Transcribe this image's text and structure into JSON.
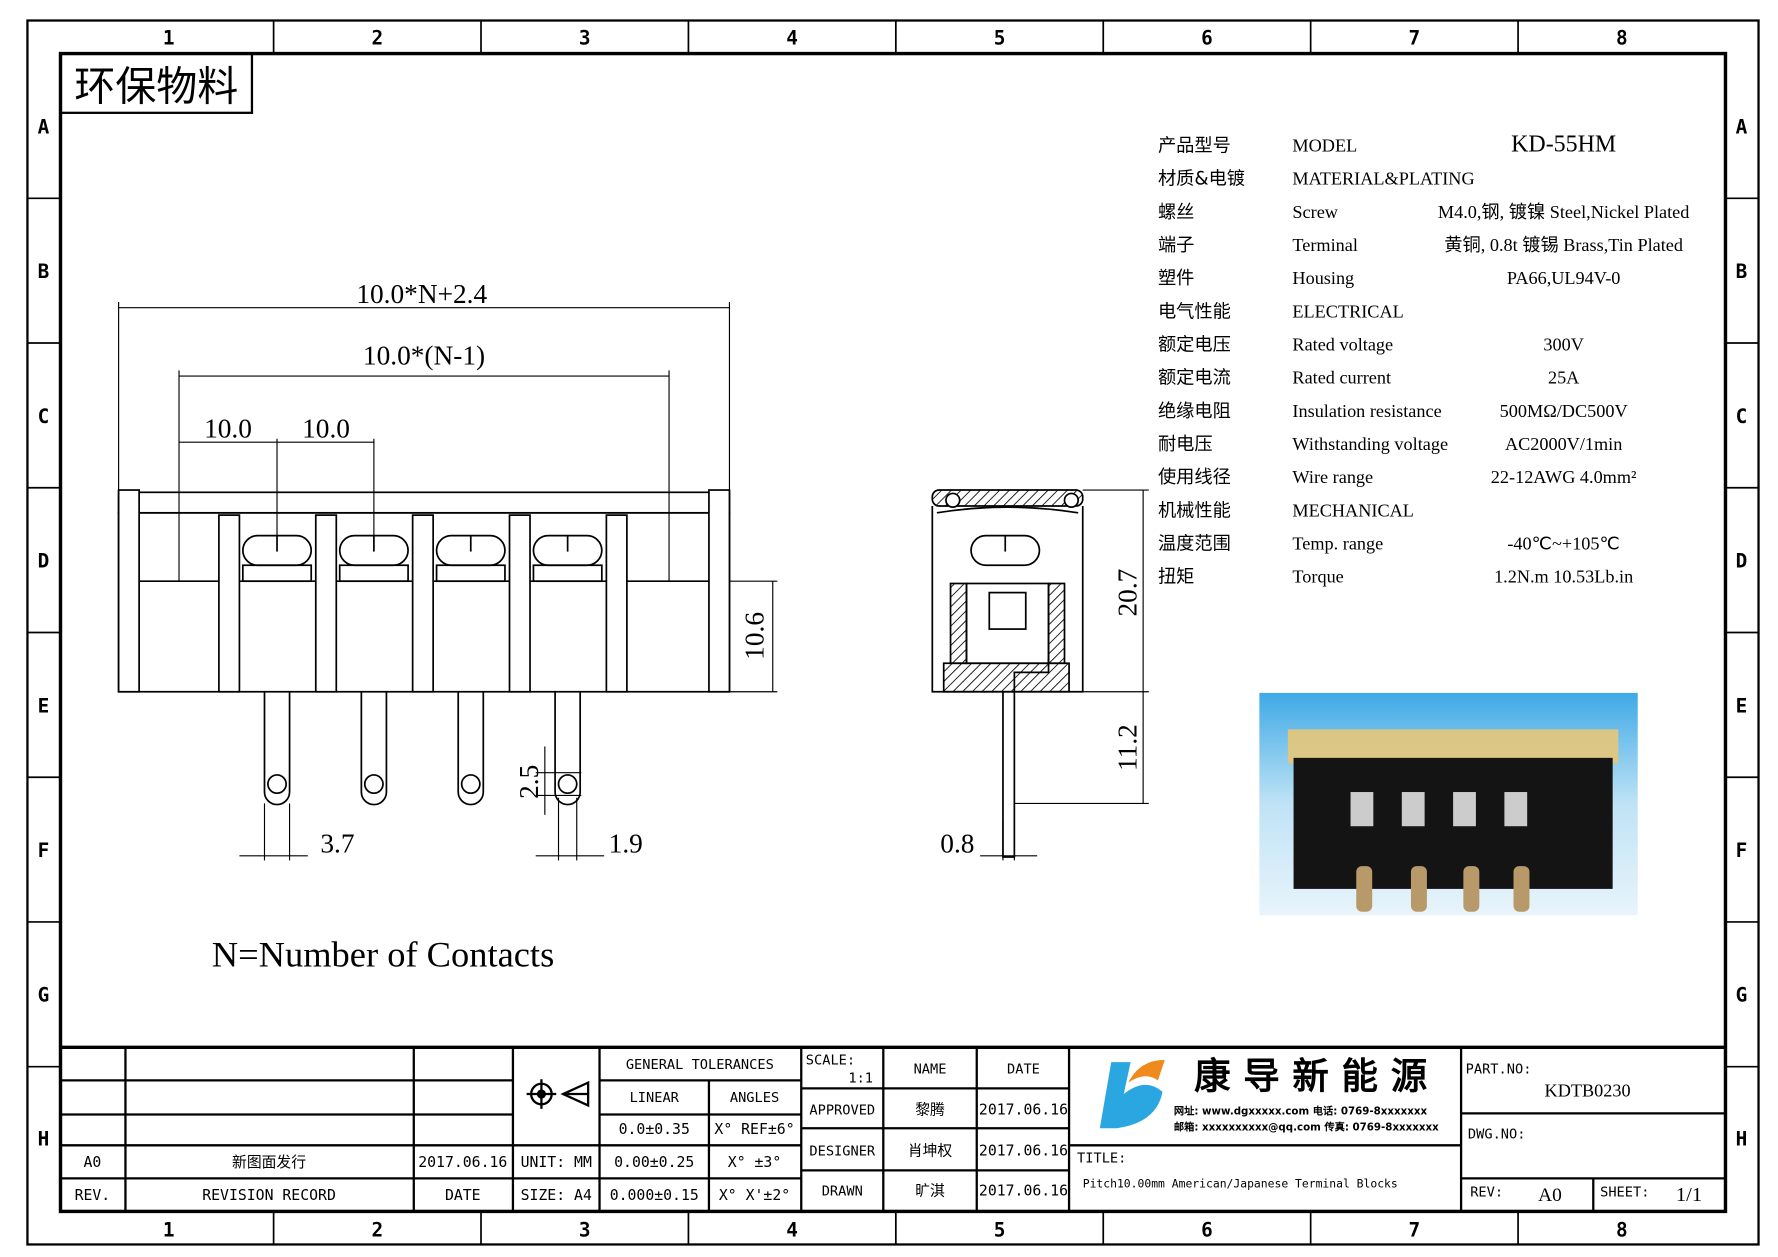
{
  "frame": {
    "cols": [
      "1",
      "2",
      "3",
      "4",
      "5",
      "6",
      "7",
      "8"
    ],
    "rows": [
      "A",
      "B",
      "C",
      "D",
      "E",
      "F",
      "G",
      "H"
    ]
  },
  "eco_label": "环保物料",
  "dimensions": {
    "overall": "10.0*N+2.4",
    "pitch_total": "10.0*(N-1)",
    "pitch_a": "10.0",
    "pitch_b": "10.0",
    "height": "10.6",
    "pin_width": "3.7",
    "hole": "2.5",
    "pin_gap": "1.9",
    "side_height": "20.7",
    "pin_length": "11.2",
    "pin_thickness": "0.8"
  },
  "note": "N=Number of Contacts",
  "specs": [
    {
      "cn": "产品型号",
      "en": "MODEL",
      "value": "KD-55HM"
    },
    {
      "cn": "材质&电镀",
      "en": "MATERIAL&PLATING",
      "value": ""
    },
    {
      "cn": "螺丝",
      "en": "Screw",
      "value": "M4.0,钢, 镀镍 Steel,Nickel Plated"
    },
    {
      "cn": "端子",
      "en": "Terminal",
      "value": "黄铜, 0.8t 镀锡 Brass,Tin Plated"
    },
    {
      "cn": "塑件",
      "en": "Housing",
      "value": "PA66,UL94V-0"
    },
    {
      "cn": "电气性能",
      "en": "ELECTRICAL",
      "value": ""
    },
    {
      "cn": "额定电压",
      "en": "Rated voltage",
      "value": "300V"
    },
    {
      "cn": "额定电流",
      "en": "Rated current",
      "value": "25A"
    },
    {
      "cn": "绝缘电阻",
      "en": "Insulation resistance",
      "value": "500MΩ/DC500V"
    },
    {
      "cn": "耐电压",
      "en": "Withstanding voltage",
      "value": "AC2000V/1min"
    },
    {
      "cn": "使用线径",
      "en": "Wire range",
      "value": "22-12AWG 4.0mm²"
    },
    {
      "cn": "机械性能",
      "en": "MECHANICAL",
      "value": ""
    },
    {
      "cn": "温度范围",
      "en": "Temp. range",
      "value": "-40℃~+105℃"
    },
    {
      "cn": "扭矩",
      "en": "Torque",
      "value": "1.2N.m  10.53Lb.in"
    }
  ],
  "title_block": {
    "rev_row": {
      "rev": "A0",
      "record": "新图面发行",
      "date": "2017.06.16"
    },
    "rev_header": {
      "rev": "REV.",
      "record": "REVISION RECORD",
      "date": "DATE"
    },
    "unit": "UNIT: MM",
    "size": "SIZE: A4",
    "tol_title": "GENERAL TOLERANCES",
    "linear": "LINEAR",
    "angles": "ANGLES",
    "tol": [
      [
        "0.0±0.35",
        "X° REF±6°"
      ],
      [
        "0.00±0.25",
        "X° ±3°"
      ],
      [
        "0.000±0.15",
        "X° X'±2°"
      ]
    ],
    "scale_label": "SCALE:",
    "scale": "1:1",
    "name_h": "NAME",
    "date_h": "DATE",
    "people": [
      {
        "role": "APPROVED",
        "name": "黎腾",
        "date": "2017.06.16"
      },
      {
        "role": "DESIGNER",
        "name": "肖坤权",
        "date": "2017.06.16"
      },
      {
        "role": "DRAWN",
        "name": "旷淇",
        "date": "2017.06.16"
      }
    ],
    "company": "康 导 新 能 源",
    "contact1": "网址: www.dgxxxxx.com  电话: 0769-8xxxxxxx",
    "contact2": "邮箱: xxxxxxxxxx@qq.com  传真: 0769-8xxxxxxx",
    "title_label": "TITLE:",
    "title": "Pitch10.00mm American/Japanese Terminal Blocks",
    "part_label": "PART.NO:",
    "part_no": "KDTB0230",
    "dwg_label": "DWG.NO:",
    "rev_label": "REV:",
    "rev": "A0",
    "sheet_label": "SHEET:",
    "sheet": "1/1"
  },
  "colors": {
    "logo_blue": "#2aa7e0",
    "logo_orange": "#f08a1c",
    "photo_bg": "#bfe3f5"
  }
}
